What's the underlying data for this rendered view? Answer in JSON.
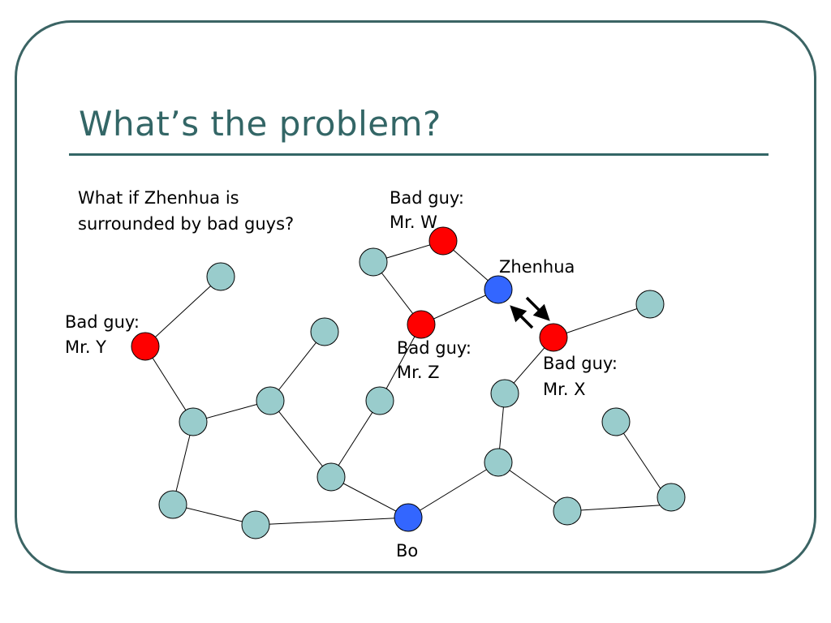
{
  "slide": {
    "title": "What’s the problem?",
    "intro_lines": [
      "What if Zhenhua is",
      "surrounded by bad guys?"
    ]
  },
  "labels": {
    "bad_w": [
      "Bad guy:",
      "Mr. W"
    ],
    "zhenhua": "Zhenhua",
    "bad_y": [
      "Bad guy:",
      "Mr. Y"
    ],
    "bad_z": [
      "Bad guy:",
      "Mr. Z"
    ],
    "bad_x": [
      "Bad guy:",
      "Mr. X"
    ],
    "bo": "Bo"
  },
  "colors": {
    "frame": "#3b6464",
    "title": "#336666",
    "normal_node": "#99cccc",
    "bad_node": "#ff0000",
    "key_node": "#3366ff",
    "edge": "#000000"
  }
}
